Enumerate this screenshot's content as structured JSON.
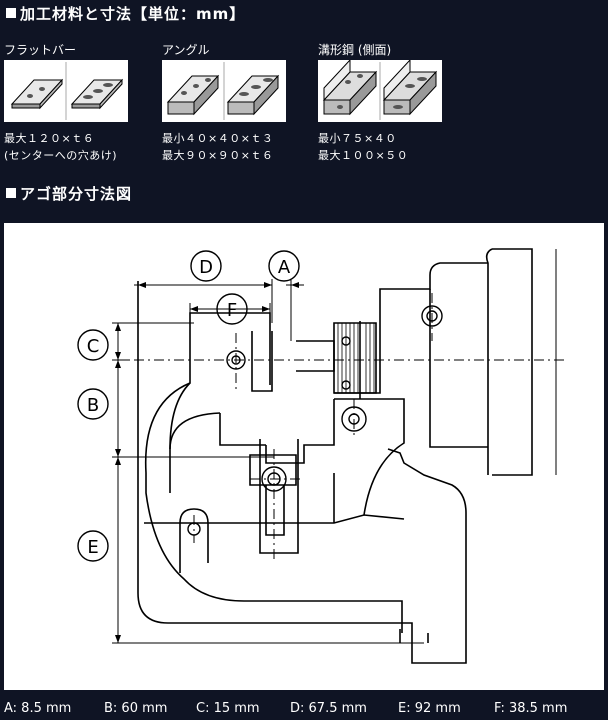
{
  "header": {
    "material_title": "加工材料と寸法【単位：mm】",
    "jaw_title": "アゴ部分寸法図"
  },
  "materials": [
    {
      "label": "フラットバー",
      "spec_line1": "最大１２０×ｔ６",
      "spec_line2": "(センターへの穴あけ)",
      "icon": "flat-bar-icon"
    },
    {
      "label": "アングル",
      "spec_line1": "最小４０×４０×ｔ３",
      "spec_line2": "最大９０×９０×ｔ６",
      "icon": "angle-icon"
    },
    {
      "label": "溝形鋼 (側面)",
      "spec_line1": "最小７５×４０",
      "spec_line2": "最大１００×５０",
      "icon": "channel-icon"
    }
  ],
  "diagram": {
    "labels": {
      "a": "A",
      "b": "B",
      "c": "C",
      "d": "D",
      "e": "E",
      "f": "F"
    }
  },
  "dimensions": [
    {
      "text": "A: 8.5 mm"
    },
    {
      "text": "B: 60 mm"
    },
    {
      "text": "C: 15 mm"
    },
    {
      "text": "D: 67.5 mm"
    },
    {
      "text": "E: 92 mm"
    },
    {
      "text": "F: 38.5 mm"
    }
  ],
  "colors": {
    "background": "#0f1424",
    "panel": "#ffffff",
    "text": "#ffffff",
    "line": "#000000"
  }
}
